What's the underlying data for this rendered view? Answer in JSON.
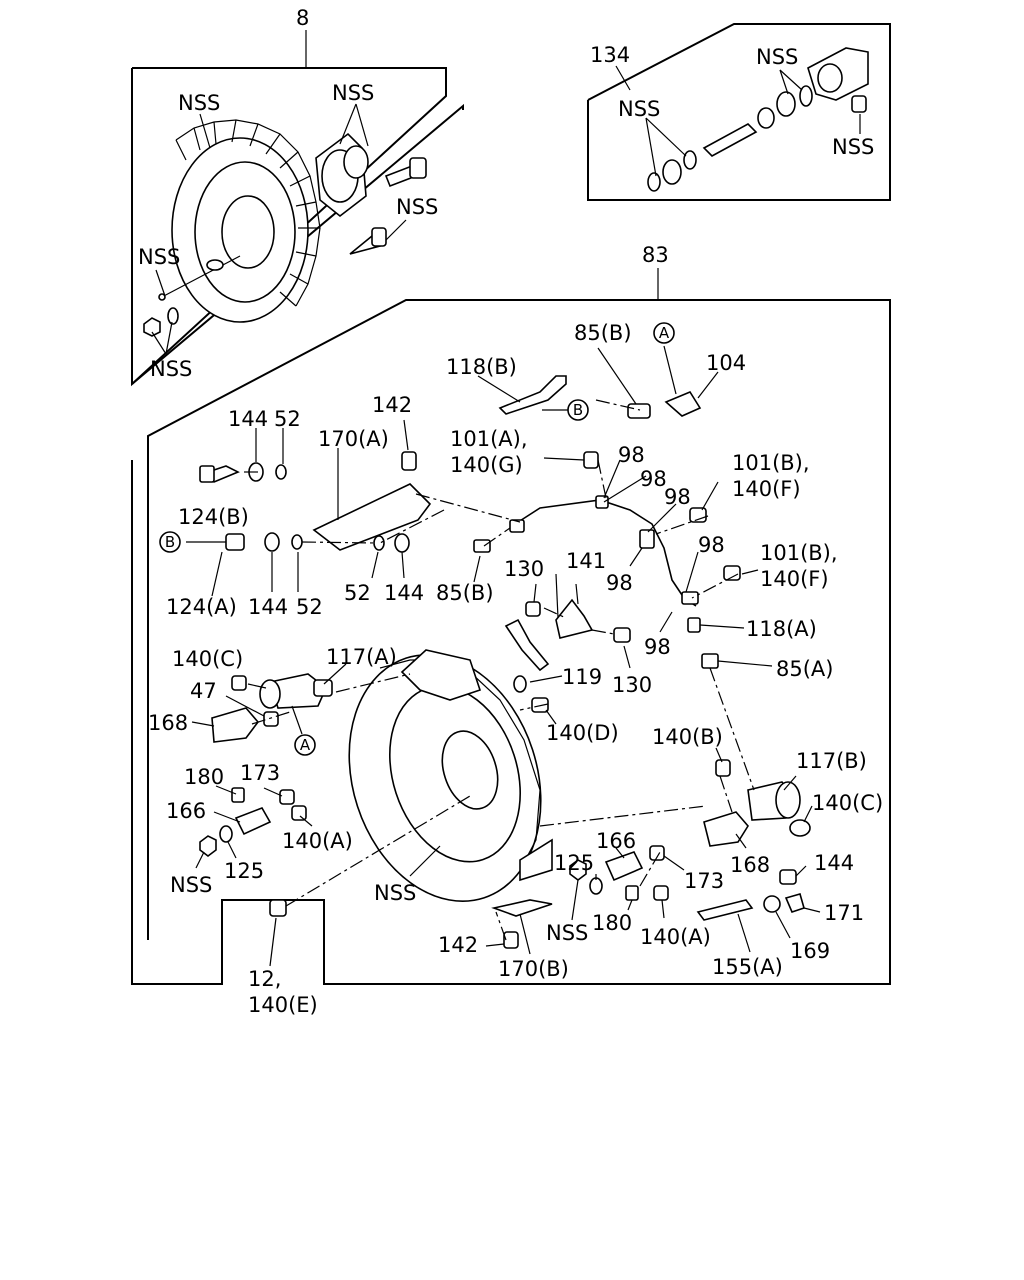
{
  "labels": {
    "l8": "8",
    "l134": "134",
    "l83": "83",
    "nss_top1": "NSS",
    "nss_top2": "NSS",
    "nss_top3": "NSS",
    "nss_top4": "NSS",
    "nss_top5": "NSS",
    "nss_r1": "NSS",
    "nss_r2": "NSS",
    "nss_r3": "NSS",
    "l85b_top": "85(B)",
    "l104": "104",
    "l118b": "118(B)",
    "l144_a": "144",
    "l52_a": "52",
    "l142_top": "142",
    "l170a": "170(A)",
    "l101a": "101(A),",
    "l140g": "140(G)",
    "l98_1": "98",
    "l98_2": "98",
    "l98_3": "98",
    "l98_4": "98",
    "l98_5": "98",
    "l98_6": "98",
    "l101b_1": "101(B),",
    "l140f_1": "140(F)",
    "l101b_2": "101(B),",
    "l140f_2": "140(F)",
    "l124b": "124(B)",
    "l124a": "124(A)",
    "l144_b": "144",
    "l52_b": "52",
    "l52_c": "52",
    "l144_c": "144",
    "l85b_mid": "85(B)",
    "l130_a": "130",
    "l141": "141",
    "l130_b": "130",
    "l118a": "118(A)",
    "l85a": "85(A)",
    "l140c_l": "140(C)",
    "l117a": "117(A)",
    "l47": "47",
    "l168_l": "168",
    "l119": "119",
    "l140d": "140(D)",
    "l140b": "140(B)",
    "l117b": "117(B)",
    "l140c_r": "140(C)",
    "l180_l": "180",
    "l173_l": "173",
    "l166_l": "166",
    "l140a_l": "140(A)",
    "nss_l": "NSS",
    "l125_l": "125",
    "nss_mid": "NSS",
    "l125_r": "125",
    "l166_r": "166",
    "l168_r": "168",
    "l144_r": "144",
    "l173_r": "173",
    "nss_bot": "NSS",
    "l180_r": "180",
    "l140a_r": "140(A)",
    "l171": "171",
    "l169": "169",
    "l155a": "155(A)",
    "l142_bot": "142",
    "l170b": "170(B)",
    "l12": "12,",
    "l140e": "140(E)",
    "refA_top": "A",
    "refB_top": "B",
    "refB_left": "B",
    "refA_mid": "A"
  }
}
